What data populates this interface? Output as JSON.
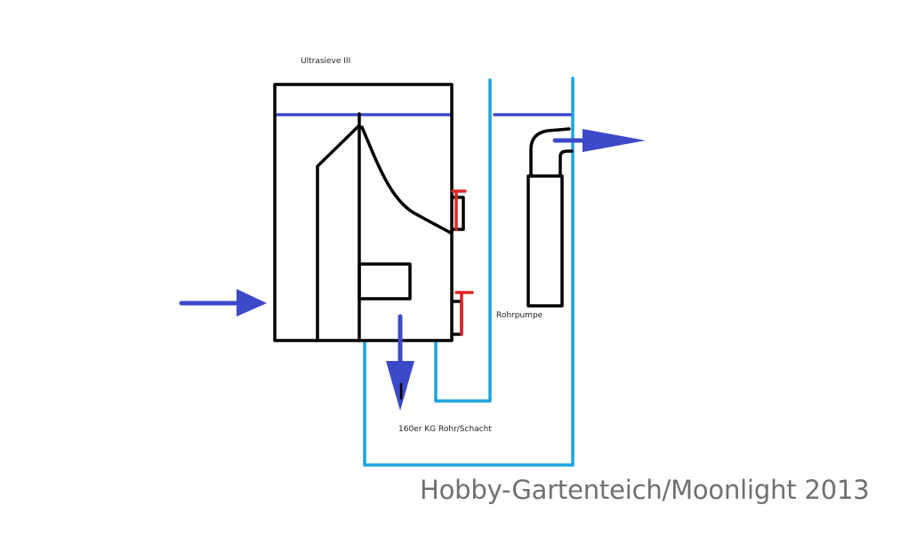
{
  "labels": {
    "title": "Ultrasieve III",
    "pump": "Rohrpumpe",
    "pipe": "160er KG Rohr/Schacht"
  },
  "watermark": "Hobby-Gartenteich/Moonlight 2013",
  "colors": {
    "outline": "#000000",
    "water_level": "#3c49c9",
    "flow_arrow": "#3c49c9",
    "pipe": "#1ba3e0",
    "valve": "#e02525",
    "watermark": "#707070"
  }
}
